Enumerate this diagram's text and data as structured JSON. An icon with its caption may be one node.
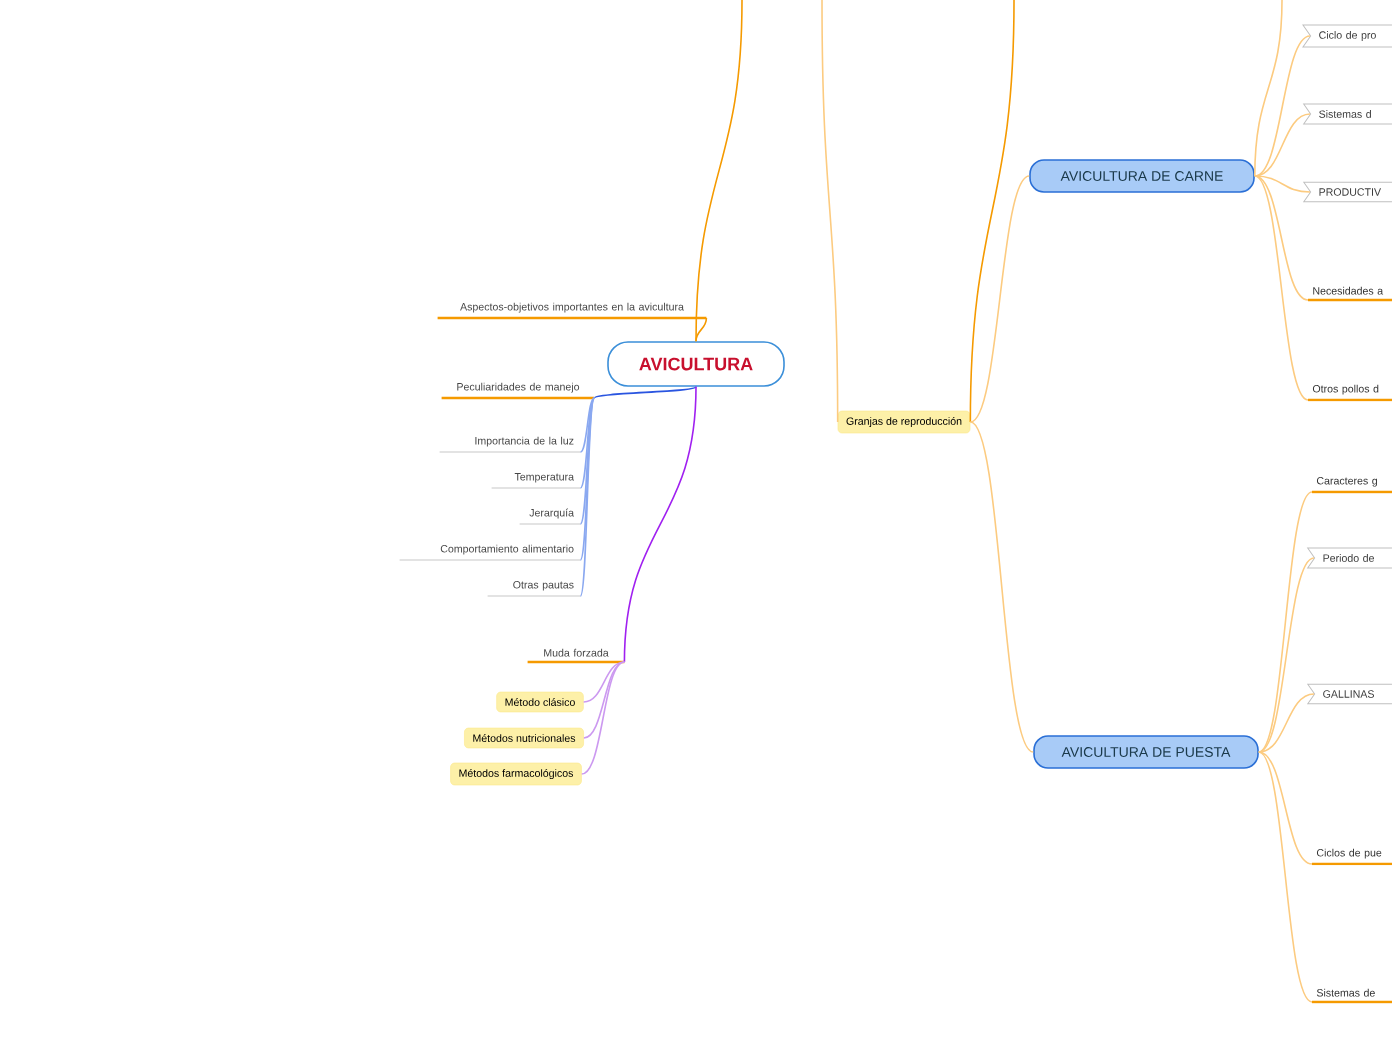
{
  "diagram": {
    "nodes": [
      {
        "text": [
          "AVICULTURA"
        ]
      },
      {
        "text": [
          "Aspectos-objetivos importantes en la avicultura"
        ]
      },
      {
        "text": [
          "Peculiaridades de manejo"
        ]
      },
      {
        "text": [
          "Importancia de la luz"
        ]
      },
      {
        "text": [
          "Temperatura"
        ]
      },
      {
        "text": [
          "Jerarquía"
        ]
      },
      {
        "text": [
          "Comportamiento alimentario"
        ]
      },
      {
        "text": [
          "Otras pautas"
        ]
      },
      {
        "text": [
          "Muda forzada"
        ]
      },
      {
        "text": [
          "Método clásico"
        ]
      },
      {
        "text": [
          "Métodos nutricionales"
        ]
      },
      {
        "text": [
          "Métodos farmacológicos"
        ]
      },
      {
        "text": [
          "Granjas de reproducción"
        ]
      },
      {
        "text": [
          "AVICULTURA DE CARNE"
        ]
      },
      {
        "text": [
          "Ciclo de pro"
        ]
      },
      {
        "text": [
          "Sistemas d"
        ]
      },
      {
        "text": [
          "PRODUCTIV"
        ]
      },
      {
        "text": [
          "Necesidades a"
        ]
      },
      {
        "text": [
          "Otros pollos d"
        ]
      },
      {
        "text": [
          "Caracteres g"
        ]
      },
      {
        "text": [
          "AVICULTURA DE PUESTA"
        ]
      },
      {
        "text": [
          "Periodo de"
        ]
      },
      {
        "text": [
          "GALLINAS"
        ]
      },
      {
        "text": [
          "Ciclos de pue"
        ]
      },
      {
        "text": [
          "Sistemas de"
        ]
      }
    ],
    "edges": [
      {
        "from": 0,
        "to": 1,
        "arrow": "none",
        "color": "#f59a00"
      },
      {
        "from": 0,
        "to": null,
        "arrow": "none",
        "color": "#f59a00"
      },
      {
        "from": 0,
        "to": 2,
        "arrow": "none",
        "color": "#2a55e0"
      },
      {
        "from": 2,
        "to": 3,
        "arrow": "none",
        "color": "#8aa8f0"
      },
      {
        "from": 2,
        "to": 4,
        "arrow": "none",
        "color": "#8aa8f0"
      },
      {
        "from": 2,
        "to": 5,
        "arrow": "none",
        "color": "#8aa8f0"
      },
      {
        "from": 2,
        "to": 6,
        "arrow": "none",
        "color": "#8aa8f0"
      },
      {
        "from": 2,
        "to": 7,
        "arrow": "none",
        "color": "#8aa8f0"
      },
      {
        "from": 0,
        "to": 8,
        "arrow": "none",
        "color": "#a020f0"
      },
      {
        "from": 8,
        "to": 9,
        "arrow": "none",
        "color": "#cc99f0"
      },
      {
        "from": 8,
        "to": 10,
        "arrow": "none",
        "color": "#cc99f0"
      },
      {
        "from": 8,
        "to": 11,
        "arrow": "none",
        "color": "#cc99f0"
      },
      {
        "from": 12,
        "to": null,
        "arrow": "none",
        "color": "#f59a00"
      },
      {
        "from": null,
        "to": 12,
        "arrow": "none"
      },
      {
        "from": 12,
        "to": 13,
        "arrow": "none"
      },
      {
        "from": 12,
        "to": 20,
        "arrow": "none"
      },
      {
        "from": 13,
        "to": null,
        "arrow": "none"
      },
      {
        "from": 13,
        "to": 14,
        "arrow": "none"
      },
      {
        "from": 13,
        "to": 15,
        "arrow": "none"
      },
      {
        "from": 13,
        "to": 16,
        "arrow": "none"
      },
      {
        "from": 13,
        "to": 17,
        "arrow": "none"
      },
      {
        "from": 13,
        "to": 18,
        "arrow": "none"
      },
      {
        "from": 20,
        "to": 19,
        "arrow": "none"
      },
      {
        "from": 20,
        "to": 21,
        "arrow": "none"
      },
      {
        "from": 20,
        "to": 22,
        "arrow": "none"
      },
      {
        "from": 20,
        "to": 23,
        "arrow": "none"
      },
      {
        "from": 20,
        "to": 24,
        "arrow": "none"
      }
    ]
  }
}
